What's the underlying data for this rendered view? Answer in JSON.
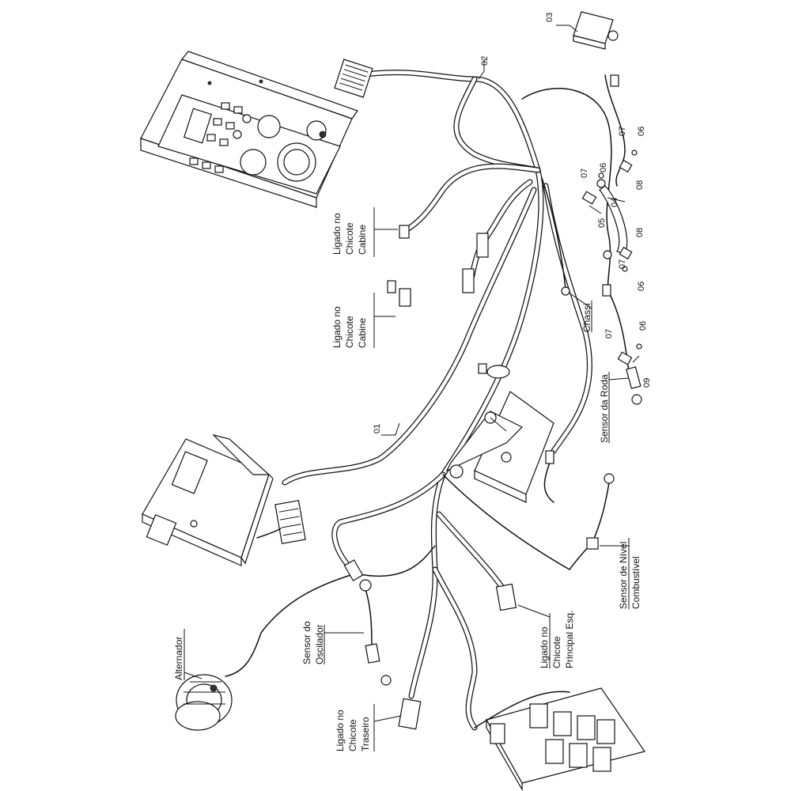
{
  "callouts": {
    "c01": "01",
    "c02": "02",
    "c03": "03",
    "c04": "04",
    "c05": "05",
    "c06": "06",
    "c07": "07",
    "c08": "08",
    "c09": "09"
  },
  "labels": {
    "ligado_cabine_a": [
      "Ligado no",
      "Chicote",
      "Cabine"
    ],
    "ligado_cabine_b": [
      "Ligado no",
      "Chicote",
      "Cabine"
    ],
    "chassi": "Chassi",
    "sensor_roda": "Sensor da Roda",
    "sensor_nivel": [
      "Sensor de Nível",
      "Combustível"
    ],
    "ligado_principal": [
      "Ligado no",
      "Chicote",
      "Principal Esq."
    ],
    "sensor_oscilador": [
      "Sensor do",
      "Oscilador"
    ],
    "alternador": "Alternador",
    "ligado_traseiro": [
      "Ligado no",
      "Chicote",
      "Traseiro"
    ]
  }
}
